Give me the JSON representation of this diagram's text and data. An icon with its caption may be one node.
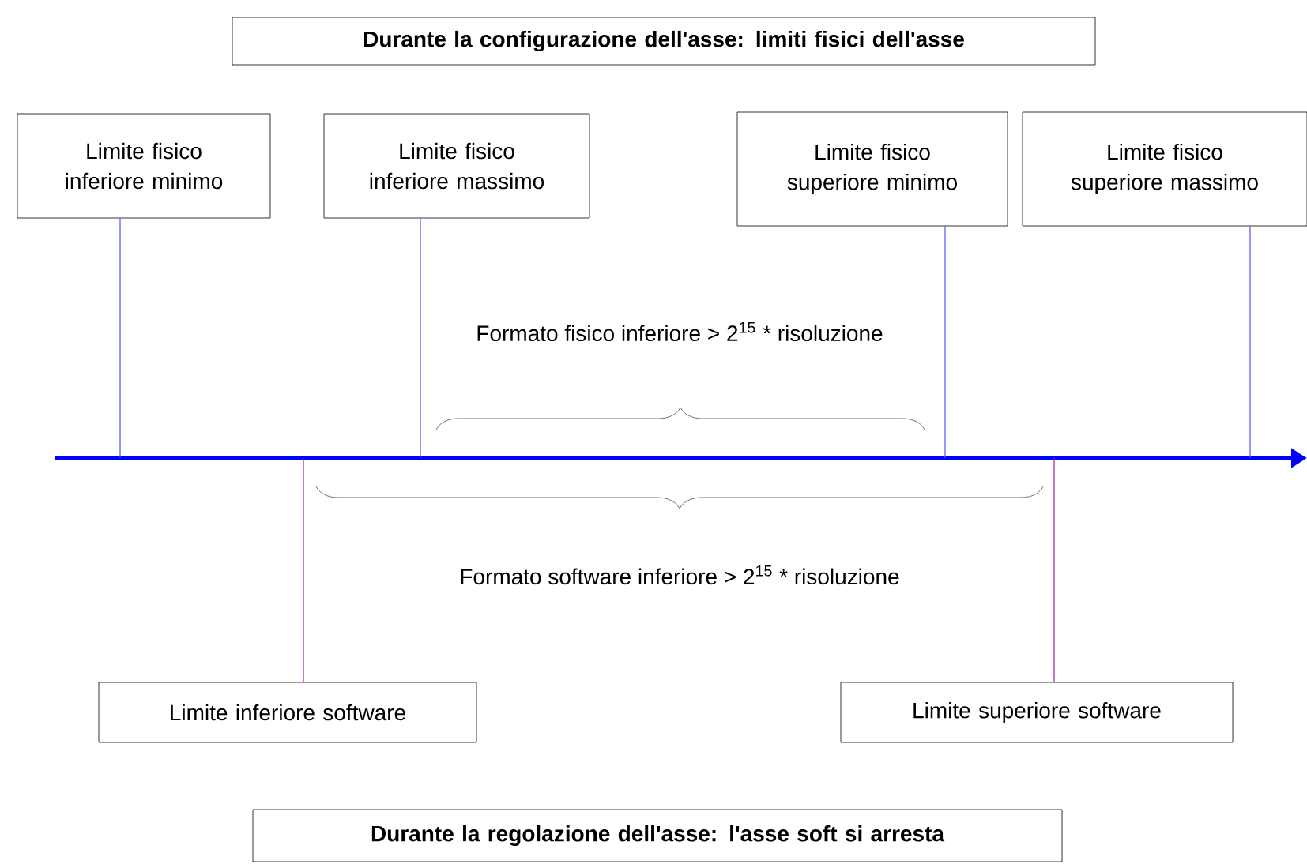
{
  "diagram": {
    "nodes": [
      {
        "text": [
          "Durante la configurazione dell'asse: limiti fisici dell'asse"
        ]
      },
      {
        "text": [
          "Limite fisico inferiore minimo"
        ]
      },
      {
        "text": [
          "Limite fisico inferiore massimo"
        ]
      },
      {
        "text": [
          "Limite fisico superiore minimo"
        ]
      },
      {
        "text": [
          "Limite fisico superiore massimo"
        ]
      },
      {
        "text": [
          "Limite inferiore software"
        ]
      },
      {
        "text": [
          "Limite superiore software"
        ]
      },
      {
        "text": [
          "Durante la regolazione dell'asse: l'asse soft si arresta"
        ]
      }
    ],
    "edges": [
      {
        "from": 1,
        "to": null,
        "arrow": "none"
      },
      {
        "from": 2,
        "to": null,
        "arrow": "none"
      },
      {
        "from": 3,
        "to": null,
        "arrow": "none"
      },
      {
        "from": 4,
        "to": null,
        "arrow": "none"
      },
      {
        "from": 5,
        "to": null,
        "arrow": "none",
        "color": "#a020a0"
      },
      {
        "from": 6,
        "to": null,
        "arrow": "none",
        "color": "#a020a0"
      }
    ],
    "labels": [
      "Formato fisico inferiore > 2$^{15}$ * risoluzione",
      "Formato software inferiore > 2$^{15}$ * risoluzione"
    ]
  }
}
